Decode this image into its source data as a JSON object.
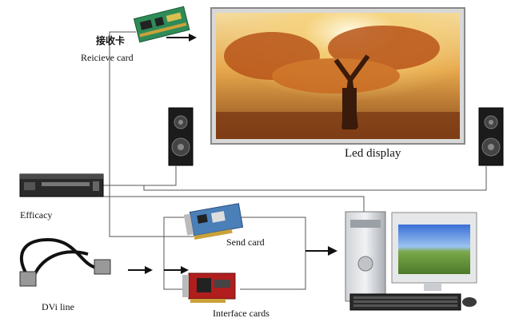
{
  "labels": {
    "receive_card_cn": "接收卡",
    "receive_card_en": "Reicieve  card",
    "led_display": "Led display",
    "efficacy": "Efficacy",
    "send_card": "Send  card",
    "dvi_line": "DVi line",
    "interface_cards": "Interface cards"
  },
  "icons": {
    "receive_card": "circuit-board-icon",
    "send_card": "pci-card-icon",
    "interface_card": "graphics-card-icon",
    "efficacy": "rack-amplifier-icon",
    "speaker_left": "speaker-icon",
    "speaker_right": "speaker-icon",
    "dvi_cable": "dvi-cable-icon",
    "computer": "desktop-computer-icon"
  },
  "colors": {
    "board_green": "#2e8b57",
    "card_blue": "#4a7fb8",
    "card_red": "#b01e1e",
    "line": "#555555",
    "arrow": "#111111"
  }
}
